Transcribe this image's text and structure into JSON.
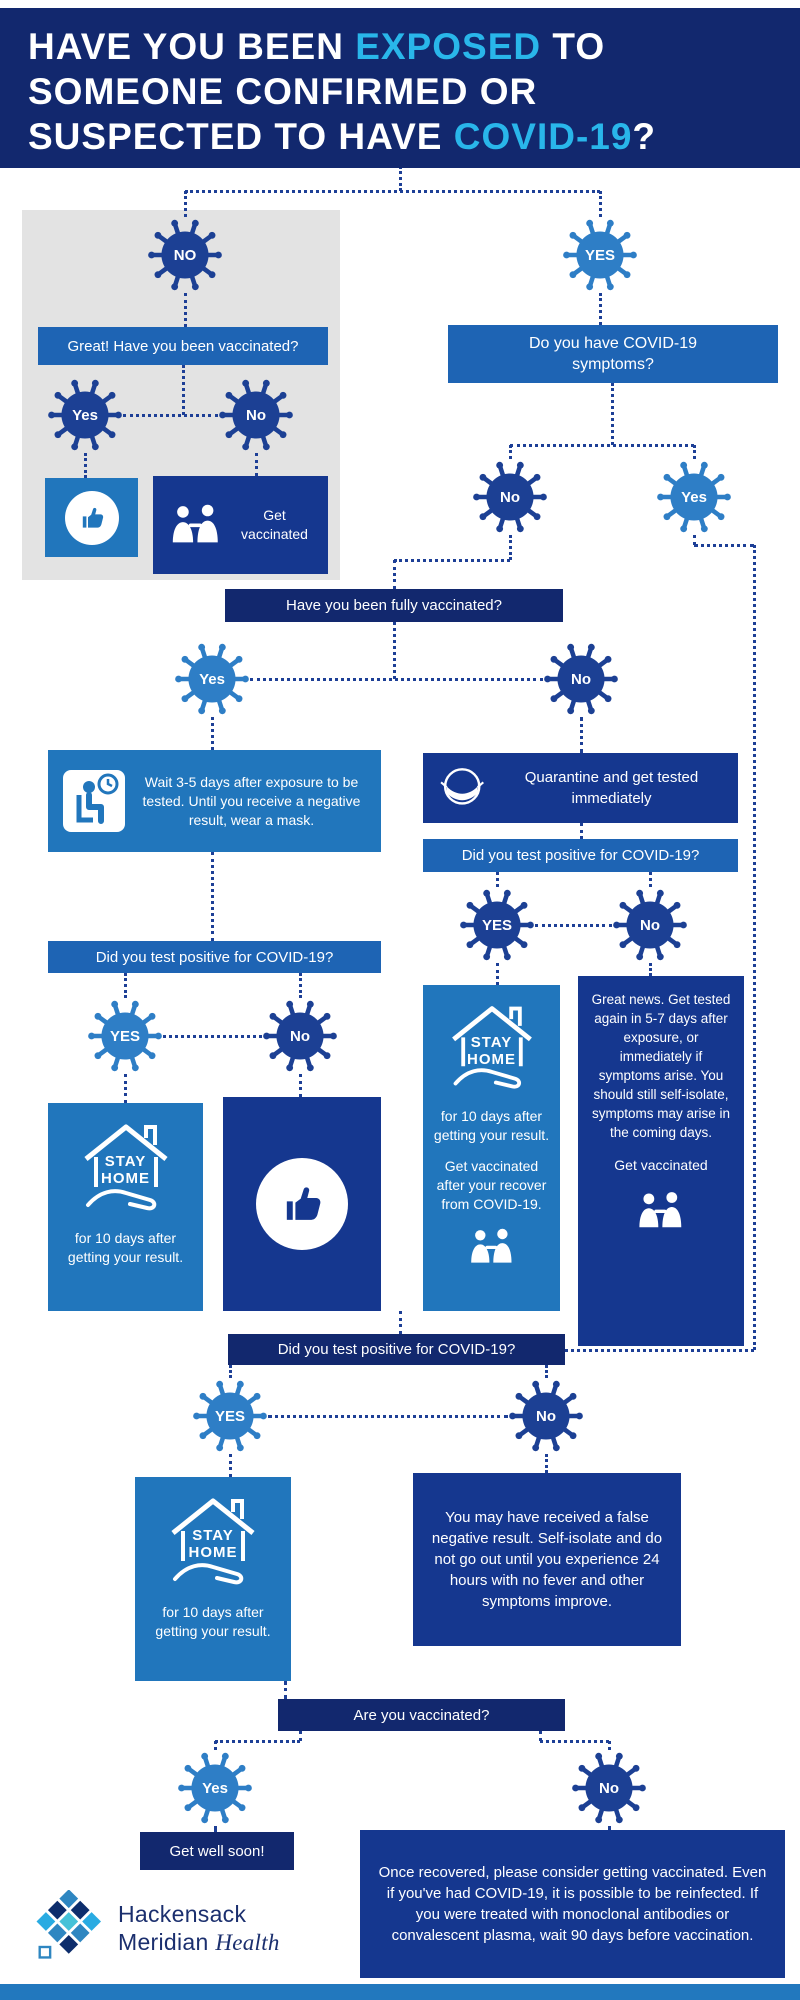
{
  "palette": {
    "header_navy": "#12286e",
    "banner_blue": "#1e64b4",
    "box_blue": "#2176bc",
    "box_navy": "#15378f",
    "virus_dark": "#1c4094",
    "virus_medium": "#2e7ec6",
    "accent_cyan": "#29b6ea",
    "panel_gray": "#e3e3e3",
    "connector_blue": "#1d3f96",
    "logo_navy": "#0d2d6c",
    "logo_blue": "#2e86c1",
    "logo_cyan": "#29abe2",
    "logo_teal": "#45c2d8"
  },
  "icons": {
    "virus-icon": "spiked-circle",
    "thumbs-up-icon": "thumb-in-circle",
    "vaccination-icon": "two-people-vaccinating",
    "stay-home-icon": "house-over-hand",
    "waiting-patient-icon": "seated-person-with-clock",
    "mask-face-icon": "face-with-mask",
    "brand-logo-icon": "rotated-square-cluster"
  },
  "header": {
    "l1a": "HAVE YOU BEEN ",
    "l1b": "EXPOSED",
    "l1c": " TO",
    "l2": "SOMEONE CONFIRMED OR",
    "l3a": "SUSPECTED TO HAVE ",
    "l3b": "COVID-19",
    "l3c": "?"
  },
  "flow": {
    "root_no": "NO",
    "root_yes": "YES",
    "q_vaccinated": "Great! Have you been vaccinated?",
    "vacc_yes": "Yes",
    "vacc_no": "No",
    "get_vaccinated": "Get vaccinated",
    "q_symptoms": "Do you have COVID-19 symptoms?",
    "symptoms_no": "No",
    "symptoms_yes": "Yes",
    "q_fully_vaccinated": "Have you been fully vaccinated?",
    "fully_yes": "Yes",
    "fully_no": "No",
    "wait_text": "Wait 3-5 days after exposure to be tested. Until you receive a negative result, wear a mask.",
    "quarantine_text": "Quarantine and get tested immediately",
    "q_test_positive": "Did you test positive for COVID-19?",
    "test_yes_upper": "YES",
    "test_no": "No",
    "stay": "STAY",
    "home": "HOME",
    "ten_days": "for 10 days after getting your result.",
    "vaccinate_after_recover": "Get vaccinated after your recover from COVID-19.",
    "great_news": "Great news. Get tested again in 5-7 days after exposure, or immediately if symptoms arise. You should still self-isolate, symptoms may arise in the coming days.",
    "false_negative": "You may have received a false negative result. Self-isolate and do not go out until you experience 24 hours with no fever and other symptoms improve.",
    "q_are_you_vaccinated": "Are you vaccinated?",
    "final_yes": "Yes",
    "final_no": "No",
    "get_well": "Get well soon!",
    "once_recovered": "Once recovered, please consider getting vaccinated. Even if you've had COVID-19, it is possible to be reinfected. If you were treated with monoclonal antibodies or convalescent plasma, wait 90 days before vaccination."
  },
  "footer": {
    "brand_line1": "Hackensack",
    "brand_line2_word": "Meridian",
    "brand_line2_italic": "Health"
  }
}
